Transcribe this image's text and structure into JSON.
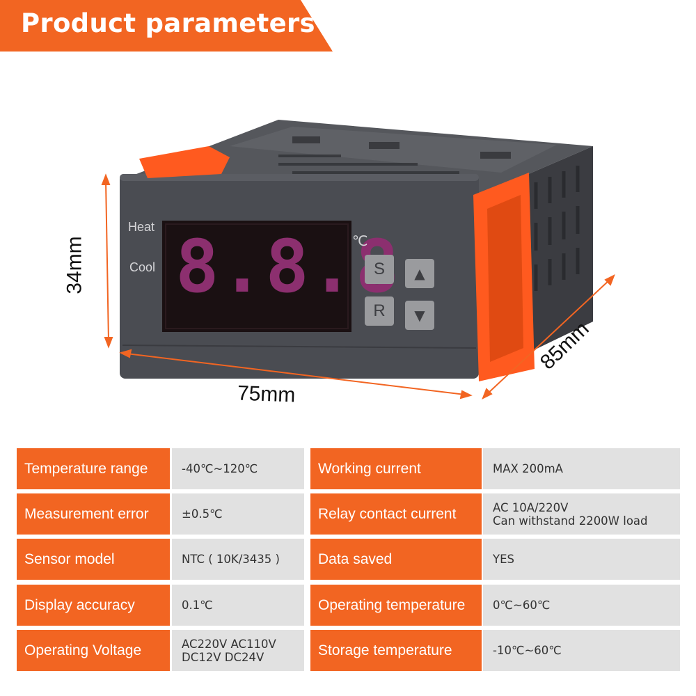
{
  "header": {
    "title": "Product parameters"
  },
  "device": {
    "label_heat": "Heat",
    "label_cool": "Cool",
    "display_digits": "8.8.8",
    "unit_symbol": "℃",
    "button_s": "S",
    "button_r": "R",
    "button_up": "▲",
    "button_down": "▼"
  },
  "dimensions": {
    "width_label": "75mm",
    "height_label": "34mm",
    "depth_label": "85mm"
  },
  "parameters": [
    {
      "label": "Temperature range",
      "value": [
        "-40℃~120℃"
      ]
    },
    {
      "label": "Working current",
      "value": [
        "MAX 200mA"
      ]
    },
    {
      "label": "Measurement error",
      "value": [
        "±0.5℃"
      ]
    },
    {
      "label": "Relay contact current",
      "value": [
        "AC 10A/220V",
        "Can withstand 2200W load"
      ]
    },
    {
      "label": "Sensor model",
      "value": [
        "NTC ( 10K/3435 )"
      ]
    },
    {
      "label": "Data saved",
      "value": [
        "YES"
      ]
    },
    {
      "label": "Display accuracy",
      "value": [
        "0.1℃"
      ]
    },
    {
      "label": "Operating temperature",
      "value": [
        "0℃~60℃"
      ]
    },
    {
      "label": "Operating Voltage",
      "value": [
        "AC220V AC110V",
        "DC12V DC24V"
      ]
    },
    {
      "label": "Storage temperature",
      "value": [
        "-10℃~60℃"
      ]
    }
  ],
  "colors": {
    "accent": "#f26522",
    "device_body": "#4a4c52",
    "display_bg": "#1a1012",
    "display_segment": "#8c2f6f",
    "value_bg": "#e1e1e1"
  }
}
